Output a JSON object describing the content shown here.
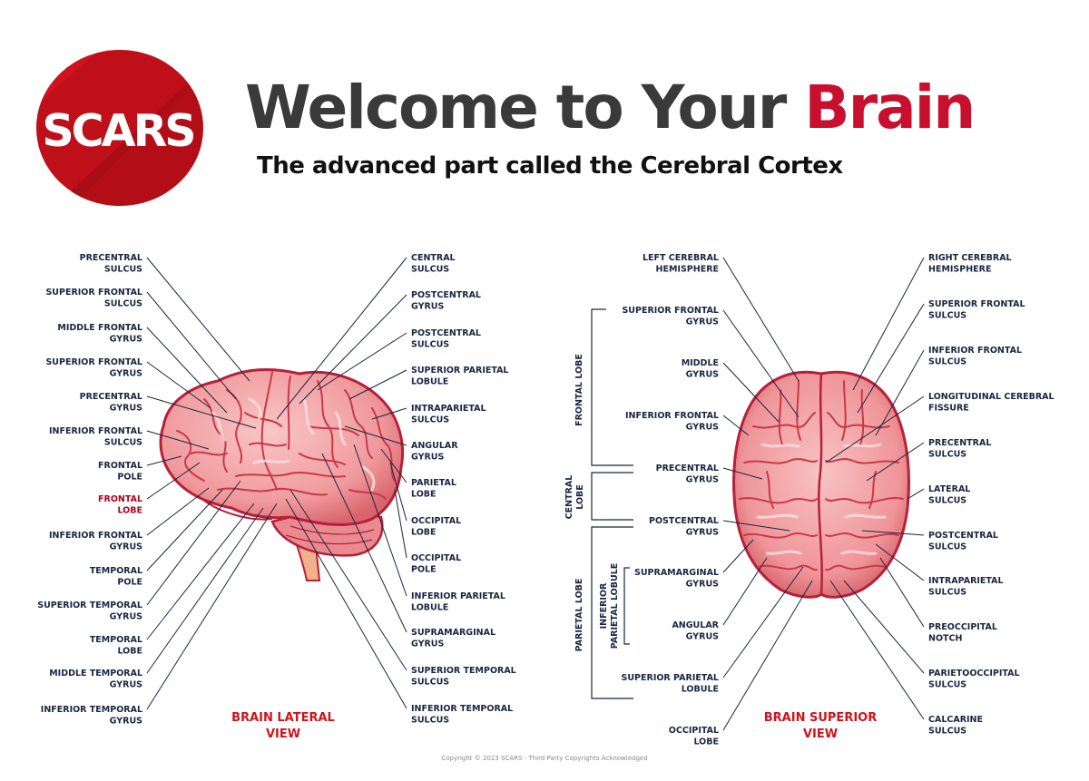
{
  "header": {
    "logo_text": "SCARS",
    "title_main": "Welcome to Your ",
    "title_accent": "Brain",
    "subtitle": "The advanced part called the Cerebral Cortex"
  },
  "lateral": {
    "view_label": [
      "BRAIN LATERAL",
      "VIEW"
    ],
    "left_labels": [
      [
        "PRECENTRAL",
        "SULCUS"
      ],
      [
        "SUPERIOR FRONTAL",
        "SULCUS"
      ],
      [
        "MIDDLE FRONTAL",
        "GYRUS"
      ],
      [
        "SUPERIOR FRONTAL",
        "GYRUS"
      ],
      [
        "PRECENTRAL",
        "GYRUS"
      ],
      [
        "INFERIOR FRONTAL",
        "SULCUS"
      ],
      [
        "FRONTAL",
        "POLE"
      ],
      [
        "FRONTAL",
        "LOBE"
      ],
      [
        "INFERIOR FRONTAL",
        "GYRUS"
      ],
      [
        "TEMPORAL",
        "POLE"
      ],
      [
        "SUPERIOR TEMPORAL",
        "GYRUS"
      ],
      [
        "TEMPORAL",
        "LOBE"
      ],
      [
        "MIDDLE TEMPORAL",
        "GYRUS"
      ],
      [
        "INFERIOR TEMPORAL",
        "GYRUS"
      ]
    ],
    "right_labels": [
      [
        "CENTRAL",
        "SULCUS"
      ],
      [
        "POSTCENTRAL",
        "GYRUS"
      ],
      [
        "POSTCENTRAL",
        "SULCUS"
      ],
      [
        "SUPERIOR PARIETAL",
        "LOBULE"
      ],
      [
        "INTRAPARIETAL",
        "SULCUS"
      ],
      [
        "ANGULAR",
        "GYRUS"
      ],
      [
        "PARIETAL",
        "LOBE"
      ],
      [
        "OCCIPITAL",
        "LOBE"
      ],
      [
        "OCCIPITAL",
        "POLE"
      ],
      [
        "INFERIOR PARIETAL",
        "LOBULE"
      ],
      [
        "SUPRAMARGINAL",
        "GYRUS"
      ],
      [
        "SUPERIOR TEMPORAL",
        "SULCUS"
      ],
      [
        "INFERIOR TEMPORAL",
        "SULCUS"
      ]
    ]
  },
  "superior": {
    "view_label": [
      "BRAIN SUPERIOR",
      "VIEW"
    ],
    "groups": {
      "frontal": "FRONTAL LOBE",
      "central": [
        "CENTRAL",
        "LOBE"
      ],
      "parietal": "PARIETAL LOBE",
      "inferior_parietal": [
        "INFERIOR",
        "PARIETAL LOBULE"
      ]
    },
    "left_labels": [
      [
        "LEFT CEREBRAL",
        "HEMISPHERE"
      ],
      [
        "SUPERIOR FRONTAL",
        "GYRUS"
      ],
      [
        "MIDDLE",
        "GYRUS"
      ],
      [
        "INFERIOR FRONTAL",
        "GYRUS"
      ],
      [
        "PRECENTRAL",
        "GYRUS"
      ],
      [
        "POSTCENTRAL",
        "GYRUS"
      ],
      [
        "SUPRAMARGINAL",
        "GYRUS"
      ],
      [
        "ANGULAR",
        "GYRUS"
      ],
      [
        "SUPERIOR PARIETAL",
        "LOBULE"
      ],
      [
        "OCCIPITAL",
        "LOBE"
      ]
    ],
    "right_labels": [
      [
        "RIGHT CEREBRAL",
        "HEMISPHERE"
      ],
      [
        "SUPERIOR FRONTAL",
        "SULCUS"
      ],
      [
        "INFERIOR FRONTAL",
        "SULCUS"
      ],
      [
        "LONGITUDINAL CEREBRAL",
        "FISSURE"
      ],
      [
        "PRECENTRAL",
        "SULCUS"
      ],
      [
        "LATERAL",
        "SULCUS"
      ],
      [
        "POSTCENTRAL",
        "SULCUS"
      ],
      [
        "INTRAPARIETAL",
        "SULCUS"
      ],
      [
        "PREOCCIPITAL",
        "NOTCH"
      ],
      [
        "PARIETOOCCIPITAL",
        "SULCUS"
      ],
      [
        "CALCARINE",
        "SULCUS"
      ]
    ]
  },
  "footer": {
    "copyright": "Copyright © 2023 SCARS - Third Party Copyrights Acknowledged"
  },
  "colors": {
    "accent": "#c8102e",
    "label": "#1b2542",
    "brain_fill": "#f3a3a6",
    "brain_dark": "#d9575f",
    "brain_light": "#fde2e2"
  }
}
